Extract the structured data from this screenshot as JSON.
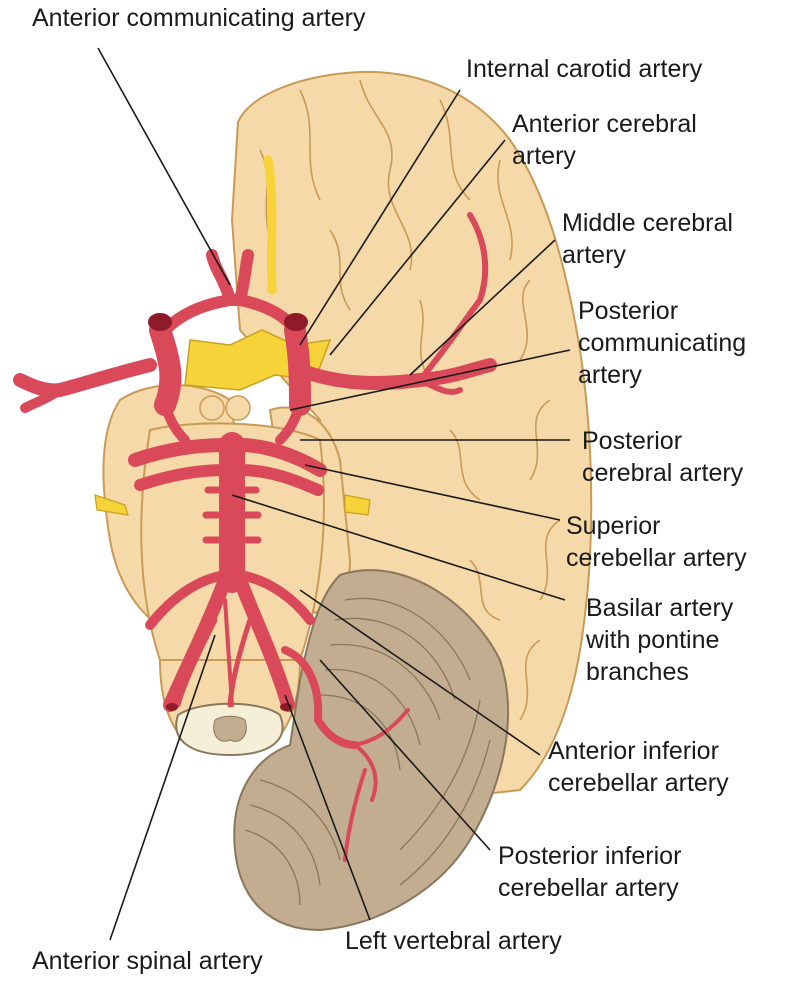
{
  "labels": {
    "anterior_communicating": [
      "Anterior communicating artery"
    ],
    "internal_carotid": [
      "Internal carotid artery"
    ],
    "anterior_cerebral": [
      "Anterior cerebral",
      "artery"
    ],
    "middle_cerebral": [
      "Middle cerebral",
      "artery"
    ],
    "posterior_communicating": [
      "Posterior",
      "communicating",
      "artery"
    ],
    "posterior_cerebral": [
      "Posterior",
      "cerebral artery"
    ],
    "superior_cerebellar": [
      "Superior",
      "cerebellar artery"
    ],
    "basilar": [
      "Basilar artery",
      "with pontine",
      "branches"
    ],
    "anterior_inferior_cerebellar": [
      "Anterior inferior",
      "cerebellar artery"
    ],
    "posterior_inferior_cerebellar": [
      "Posterior inferior",
      "cerebellar artery"
    ],
    "left_vertebral": [
      "Left vertebral artery"
    ],
    "anterior_spinal": [
      "Anterior spinal artery"
    ]
  },
  "colors": {
    "artery": "#d9495a",
    "artery_dark": "#8e1a2a",
    "brain": "#f5d9a8",
    "brain_outline": "#c99a55",
    "cerebellum": "#c2ad90",
    "cerebellum_outline": "#8a765c",
    "nerve": "#f7d33a",
    "leader": "#1a1a1a"
  }
}
